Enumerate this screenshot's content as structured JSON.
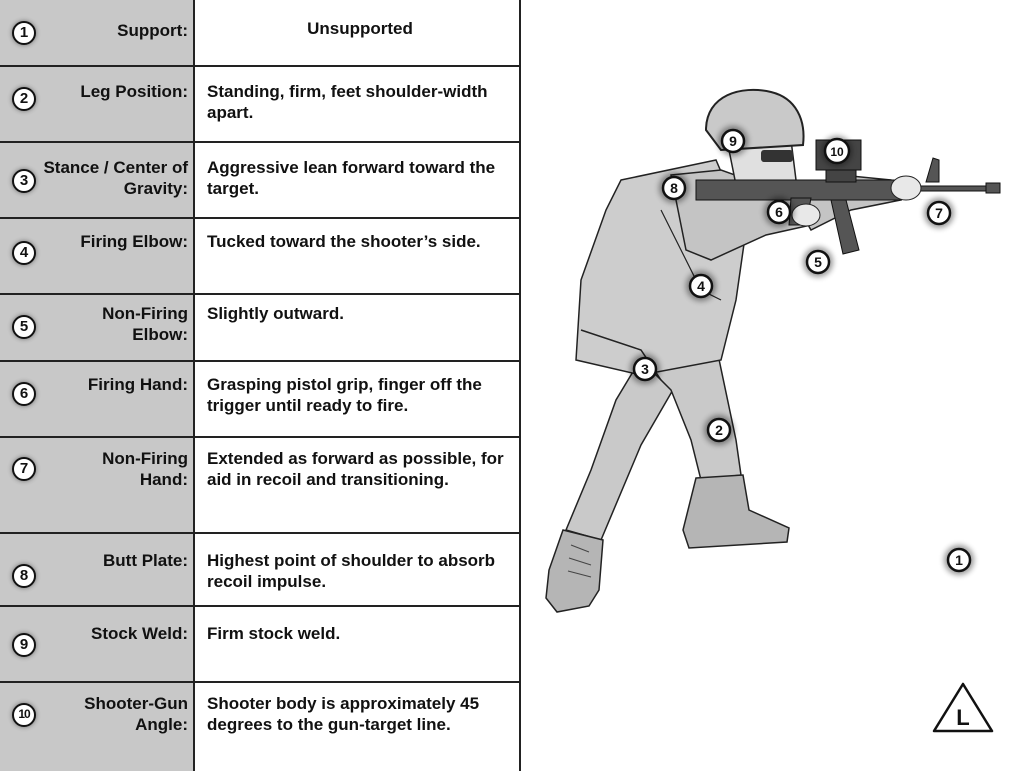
{
  "rows": [
    {
      "num": "1",
      "label": "Support:",
      "value": "Unsupported"
    },
    {
      "num": "2",
      "label": "Leg Position:",
      "value": "Standing, firm, feet shoulder-width apart."
    },
    {
      "num": "3",
      "label": "Stance / Center of Gravity:",
      "value": "Aggressive lean forward toward the target."
    },
    {
      "num": "4",
      "label": "Firing Elbow:",
      "value": "Tucked toward the shooter’s side."
    },
    {
      "num": "5",
      "label": "Non-Firing Elbow:",
      "value": "Slightly outward."
    },
    {
      "num": "6",
      "label": "Firing Hand:",
      "value": "Grasping pistol grip, finger off the trigger until ready to fire."
    },
    {
      "num": "7",
      "label": "Non-Firing Hand:",
      "value": "Extended as forward as possible, for aid in recoil and transitioning."
    },
    {
      "num": "8",
      "label": "Butt Plate:",
      "value": "Highest point of shoulder to absorb recoil impulse."
    },
    {
      "num": "9",
      "label": "Stock Weld:",
      "value": "Firm stock weld."
    },
    {
      "num": "10",
      "label": "Shooter-Gun Angle:",
      "value": "Shooter body is approximately 45 degrees to the gun-target line."
    }
  ],
  "figure": {
    "callouts": [
      "1",
      "2",
      "3",
      "4",
      "5",
      "6",
      "7",
      "8",
      "9",
      "10"
    ],
    "level_badge": "L"
  },
  "colors": {
    "label_bg": "#c8c8c8",
    "line": "#222222",
    "uniform": "#c9c9c9",
    "rifle": "#555555"
  }
}
